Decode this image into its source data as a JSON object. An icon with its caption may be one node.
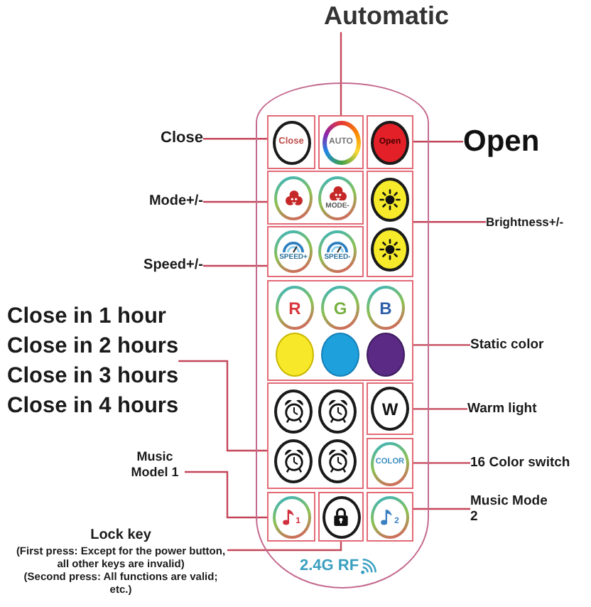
{
  "diagram": {
    "nodes": [
      {
        "text": [
          "Automatic"
        ]
      },
      {
        "text": [
          "Close"
        ]
      },
      {
        "text": [
          "Open"
        ]
      },
      {
        "text": [
          "Mode+/-"
        ]
      },
      {
        "text": [
          "Brightness+/-"
        ]
      },
      {
        "text": [
          "Speed+/-"
        ]
      },
      {
        "text": [
          "Close in 1 hour",
          "Close in 2 hours",
          "Close in 3 hours",
          "Close in 4 hours"
        ]
      },
      {
        "text": [
          "Static color"
        ]
      },
      {
        "text": [
          "Warm light"
        ]
      },
      {
        "text": [
          "Music Model 1"
        ]
      },
      {
        "text": [
          "16 Color switch"
        ]
      },
      {
        "text": [
          "Music Mode 2"
        ]
      },
      {
        "text": [
          "Lock key",
          "(First press: Except for the power button, all other keys are invalid)",
          "(Second press: All functions are valid; etc.)"
        ]
      },
      {
        "text": [
          "2.4G RF"
        ]
      },
      {
        "text": [
          "Close"
        ],
        "in": 13
      },
      {
        "text": [
          "AUTO"
        ],
        "in": 13
      },
      {
        "text": [
          "Open"
        ],
        "in": 13
      },
      {
        "text": [],
        "shape": "box",
        "in": 13
      },
      {
        "text": [],
        "shape": "circle",
        "in": 17
      },
      {
        "text": [
          "MODE-"
        ],
        "in": 17
      },
      {
        "text": [],
        "shape": "box",
        "in": 13
      },
      {
        "text": [],
        "shape": "circle",
        "in": 20
      },
      {
        "text": [],
        "shape": "circle",
        "in": 20
      },
      {
        "text": [],
        "shape": "box",
        "in": 13
      },
      {
        "text": [
          "SPEED+"
        ],
        "in": 23
      },
      {
        "text": [
          "SPEED-"
        ],
        "in": 23
      },
      {
        "text": [],
        "shape": "box",
        "in": 13
      },
      {
        "text": [
          "R"
        ],
        "in": 26
      },
      {
        "text": [
          "G"
        ],
        "in": 26
      },
      {
        "text": [
          "B"
        ],
        "in": 26
      },
      {
        "text": [],
        "shape": "circle",
        "in": 26
      },
      {
        "text": [],
        "shape": "circle",
        "in": 26
      },
      {
        "text": [],
        "shape": "circle",
        "in": 26
      },
      {
        "text": [],
        "shape": "box",
        "in": 13
      },
      {
        "text": [],
        "shape": "circle",
        "in": 33
      },
      {
        "text": [],
        "shape": "circle",
        "in": 33
      },
      {
        "text": [],
        "shape": "circle",
        "in": 33
      },
      {
        "text": [],
        "shape": "circle",
        "in": 33
      },
      {
        "text": [
          "W"
        ],
        "in": 13
      },
      {
        "text": [
          "COLOR"
        ],
        "in": 13
      },
      {
        "text": [
          "1"
        ],
        "in": 13
      },
      {
        "text": [],
        "shape": "box",
        "in": 13
      },
      {
        "text": [
          "2"
        ],
        "in": 13
      }
    ],
    "edges": [
      {
        "from": 0,
        "to": 15,
        "arrow": "none"
      },
      {
        "from": 1,
        "to": 14,
        "arrow": "none"
      },
      {
        "from": 2,
        "to": 16,
        "arrow": "none"
      },
      {
        "from": 3,
        "to": 17,
        "arrow": "none"
      },
      {
        "from": 4,
        "to": 20,
        "arrow": "none"
      },
      {
        "from": 5,
        "to": 23,
        "arrow": "none"
      },
      {
        "from": 6,
        "to": 33,
        "arrow": "none"
      },
      {
        "from": 7,
        "to": 26,
        "arrow": "none"
      },
      {
        "from": 8,
        "to": 38,
        "arrow": "none"
      },
      {
        "from": 9,
        "to": 40,
        "arrow": "none"
      },
      {
        "from": 10,
        "to": 39,
        "arrow": "none"
      },
      {
        "from": 11,
        "to": 42,
        "arrow": "none"
      },
      {
        "from": 12,
        "to": 41,
        "arrow": "none"
      }
    ]
  }
}
